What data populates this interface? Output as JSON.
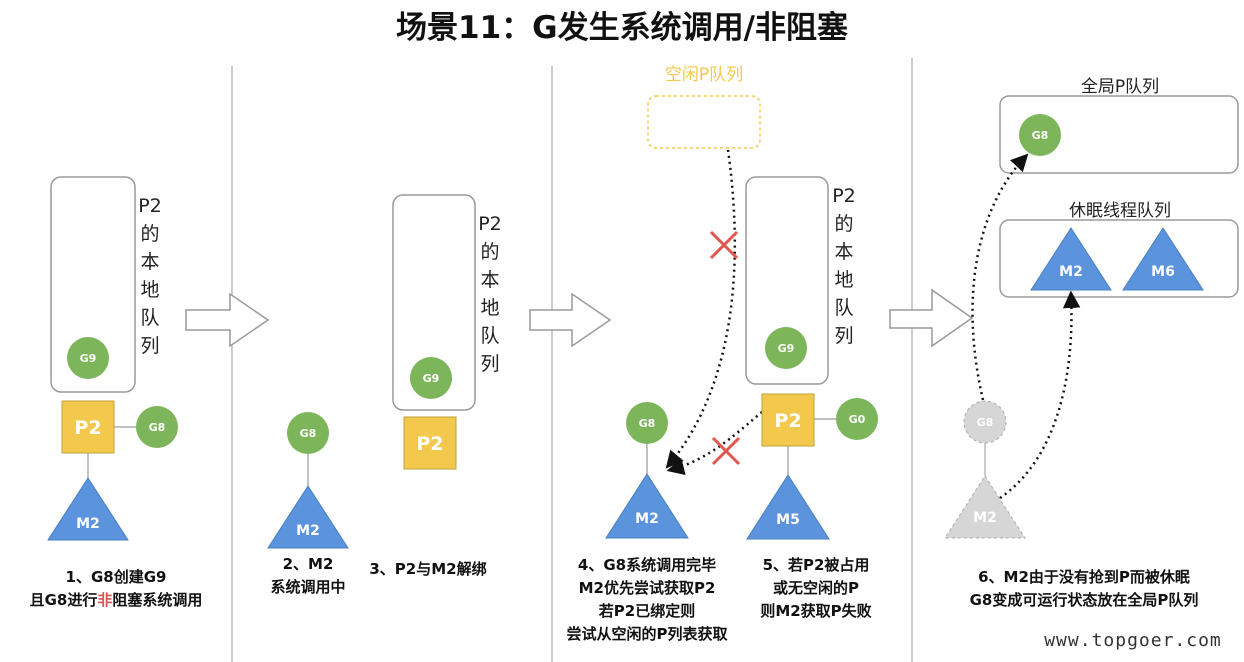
{
  "title": "场景11：G发生系统调用/非阻塞",
  "colors": {
    "goroutine": "#7db55b",
    "goroutine_gray": "#d6d6d6",
    "machine": "#5b93dc",
    "machine_gray": "#d6d6d6",
    "processor": "#f2c94c",
    "red_mark": "#e0574f",
    "queue_border": "#9a9a9a",
    "idle_queue_border": "#f2c94c"
  },
  "vertical_label": [
    "P2",
    "的",
    "本",
    "地",
    "队",
    "列"
  ],
  "panel1": {
    "g_queue": "G9",
    "p": "P2",
    "g_running": "G8",
    "m": "M2",
    "caption_line1": "1、G8创建G9",
    "caption_line2_pre": "且G8进行",
    "caption_line2_red": "非",
    "caption_line2_post": "阻塞系统调用"
  },
  "panel2": {
    "g": "G8",
    "m": "M2",
    "caption_m_line1": "2、M2",
    "caption_m_line2": "系统调用中",
    "g_queue": "G9",
    "p": "P2",
    "caption_p": "3、P2与M2解绑"
  },
  "panel3": {
    "idle_queue_label": "空闲P队列",
    "g": "G8",
    "m": "M2",
    "cross_mark": "✕",
    "caption_left": [
      "4、G8系统调用完毕",
      "M2优先尝试获取P2",
      "若P2已绑定则",
      "尝试从空闲的P列表获取"
    ],
    "g_queue": "G9",
    "p": "P2",
    "g_running": "G0",
    "m_right": "M5",
    "caption_right": [
      "5、若P2被占用",
      "或无空闲的P",
      "则M2获取P失败"
    ]
  },
  "panel4": {
    "global_queue_label": "全局P队列",
    "global_g": "G8",
    "sleep_queue_label": "休眠线程队列",
    "sleep_m1": "M2",
    "sleep_m2": "M6",
    "g_ghost": "G8",
    "m_ghost": "M2",
    "caption": [
      "6、M2由于没有抢到P而被休眠",
      "G8变成可运行状态放在全局P队列"
    ]
  },
  "watermark": "www.topgoer.com"
}
